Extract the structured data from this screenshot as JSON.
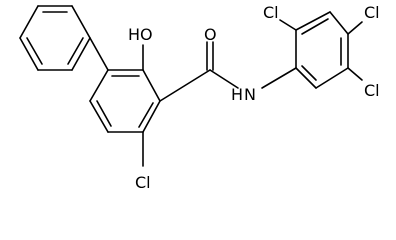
{
  "molecule": {
    "atoms": {
      "hydroxyl": "HO",
      "carbonyl_oxygen": "O",
      "amide_nitrogen": "N",
      "amide_hydrogen": "H",
      "chlorine_left_ring": "Cl",
      "chlorine_2": "Cl",
      "chlorine_4": "Cl",
      "chlorine_5": "Cl"
    },
    "colors": {
      "bond": "#000000",
      "label": "#000000",
      "background": "#ffffff"
    }
  }
}
